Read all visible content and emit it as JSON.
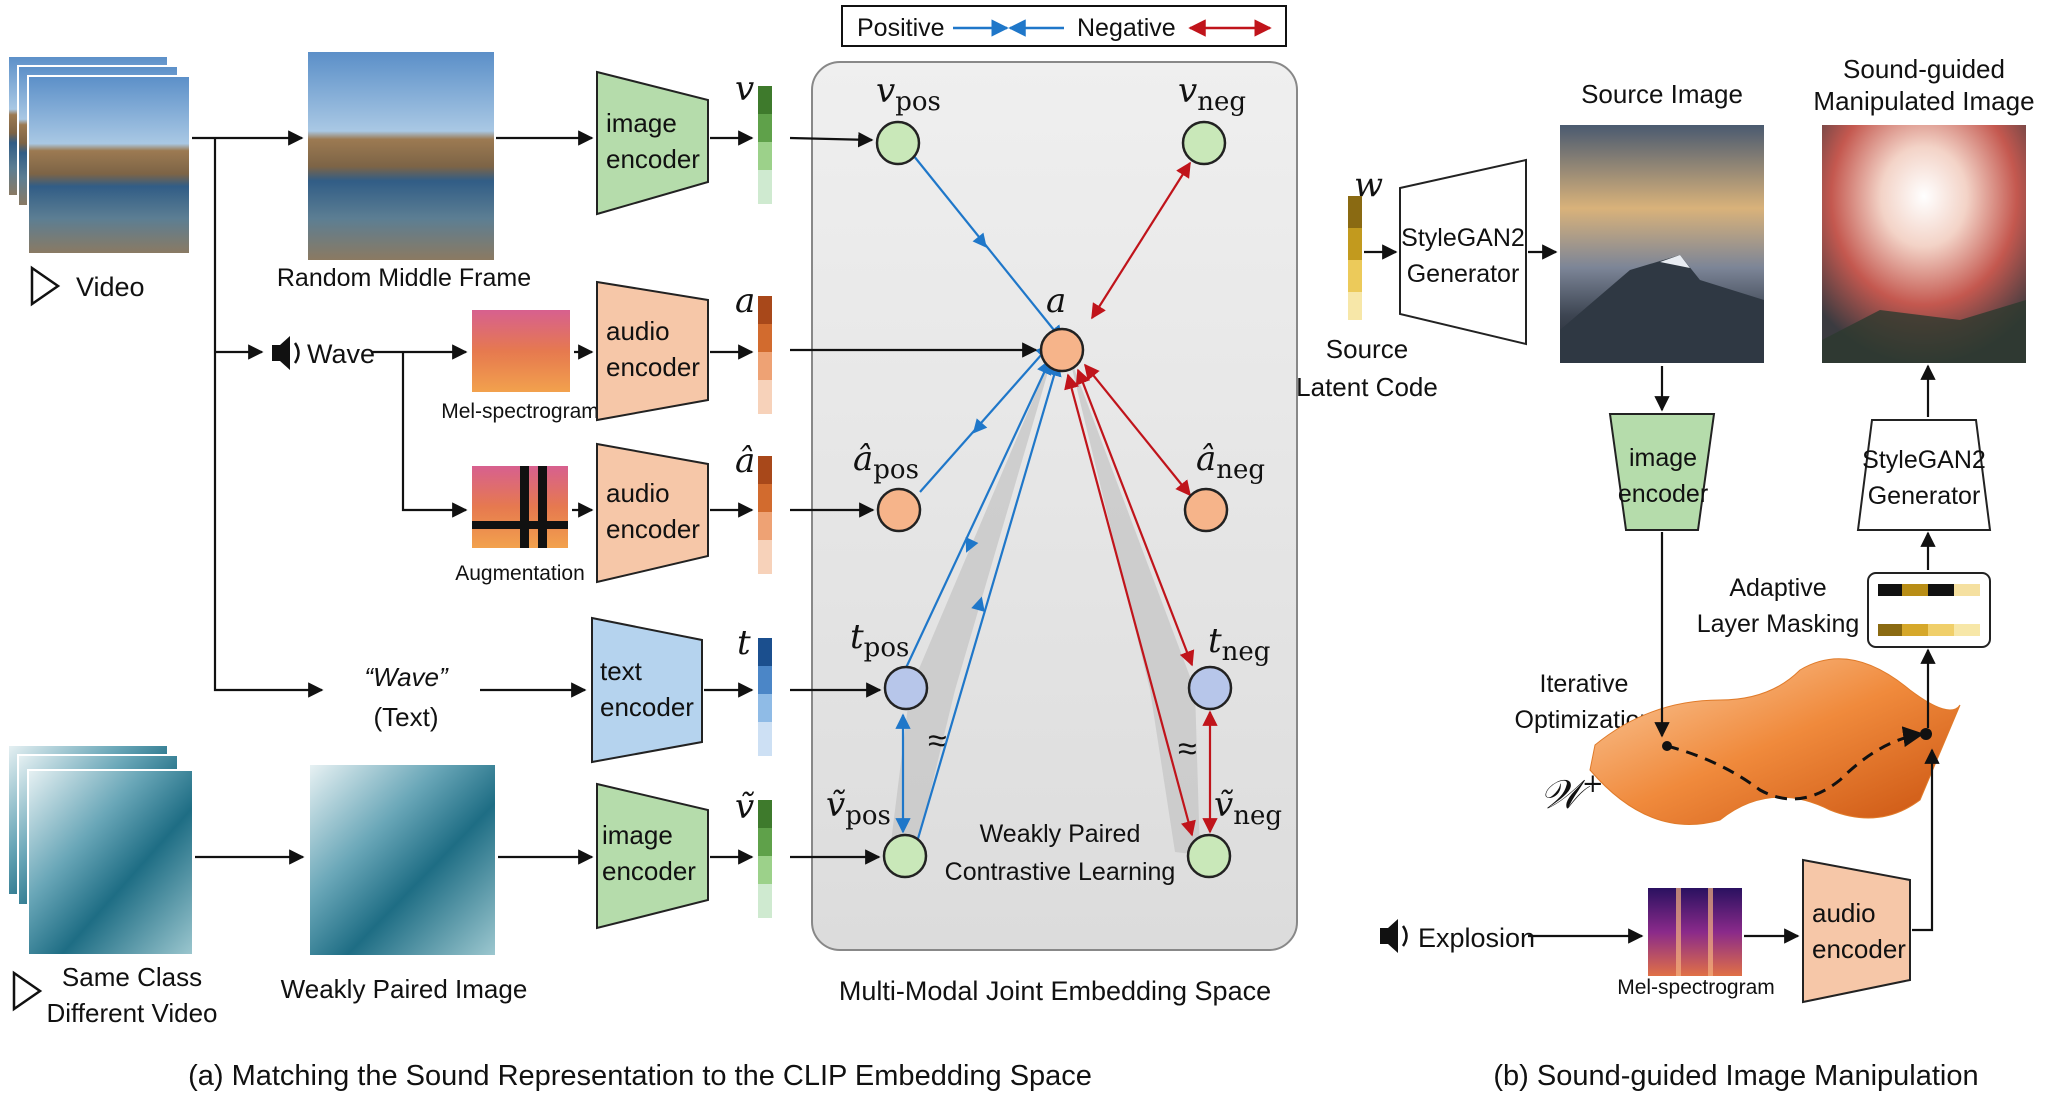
{
  "legend": {
    "positive": "Positive",
    "negative": "Negative"
  },
  "colors": {
    "positive": "#1f77c9",
    "negative": "#c0141b",
    "image_encoder": "#b5dcab",
    "audio_encoder": "#f6c7a8",
    "text_encoder": "#b5d3ee",
    "node_green": "#c9e8b9",
    "node_orange": "#f6b48a",
    "node_blue": "#b7c6ea",
    "space_fill": "#e6e6e6"
  },
  "part_a": {
    "video_label": "Video",
    "frame_caption": "Random Middle Frame",
    "wave_label": "Wave",
    "mel_caption": "Mel-spectrogram",
    "aug_caption": "Augmentation",
    "text_label": "“Wave”",
    "text_sub": "(Text)",
    "same_class_line1": "Same Class",
    "same_class_line2": "Different Video",
    "weak_caption": "Weakly Paired Image",
    "encoders": {
      "image1": [
        "image",
        "encoder"
      ],
      "audio1": [
        "audio",
        "encoder"
      ],
      "audio2": [
        "audio",
        "encoder"
      ],
      "text": [
        "text",
        "encoder"
      ],
      "image2": [
        "image",
        "encoder"
      ]
    },
    "vec_labels": {
      "v": "v",
      "a": "a",
      "ahat": "â",
      "t": "t",
      "vtilde": "ṽ"
    },
    "space_title": "Multi-Modal Joint Embedding Space",
    "contrastive_line1": "Weakly Paired",
    "contrastive_line2": "Contrastive Learning",
    "nodes": {
      "v_pos": {
        "main": "v",
        "sub": "pos"
      },
      "v_neg": {
        "main": "v",
        "sub": "neg"
      },
      "a": {
        "main": "a",
        "sub": ""
      },
      "a_pos": {
        "main": "â",
        "sub": "pos"
      },
      "a_neg": {
        "main": "â",
        "sub": "neg"
      },
      "t_pos": {
        "main": "t",
        "sub": "pos"
      },
      "t_neg": {
        "main": "t",
        "sub": "neg"
      },
      "vt_pos": {
        "main": "ṽ",
        "sub": "pos"
      },
      "vt_neg": {
        "main": "ṽ",
        "sub": "neg"
      }
    },
    "approx": "≈",
    "caption": "(a) Matching the Sound Representation to the CLIP Embedding Space"
  },
  "part_b": {
    "w_label": "w",
    "latent_line1": "Source",
    "latent_line2": "Latent Code",
    "generator1": [
      "StyleGAN2",
      "Generator"
    ],
    "generator2": [
      "StyleGAN2",
      "Generator"
    ],
    "source_image": "Source Image",
    "manipulated_line1": "Sound-guided",
    "manipulated_line2": "Manipulated Image",
    "image_encoder": [
      "image",
      "encoder"
    ],
    "masking_line1": "Adaptive",
    "masking_line2": "Layer Masking",
    "iter_line1": "Iterative",
    "iter_line2": "Optimization",
    "wplus_main": "𝒲",
    "wplus_sup": "+",
    "explosion": "Explosion",
    "mel_caption": "Mel-spectrogram",
    "audio_encoder": [
      "audio",
      "encoder"
    ],
    "caption": "(b) Sound-guided Image Manipulation"
  }
}
